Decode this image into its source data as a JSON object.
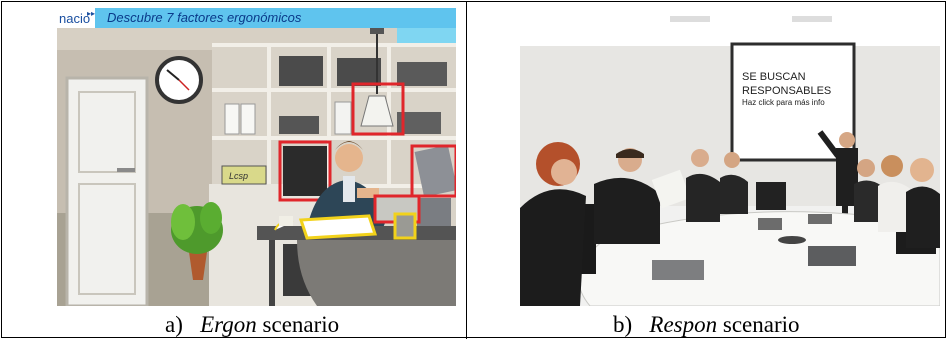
{
  "panel_a": {
    "logo_text": "nacio",
    "title": "Descubre 7 factores ergonómicos",
    "box_label": "Lcsp",
    "caption_prefix": "a)",
    "caption_name": "Ergon",
    "caption_suffix": "scenario"
  },
  "panel_b": {
    "board_line1": "SE BUSCAN",
    "board_line2": "RESPONSABLES",
    "board_line3": "Haz click para más info",
    "caption_prefix": "b)",
    "caption_name": "Respon",
    "caption_suffix": "scenario"
  },
  "colors": {
    "highlight_red": "#e0262b",
    "highlight_yellow": "#f2d21b",
    "topbar_blue": "#5fc4ee"
  }
}
